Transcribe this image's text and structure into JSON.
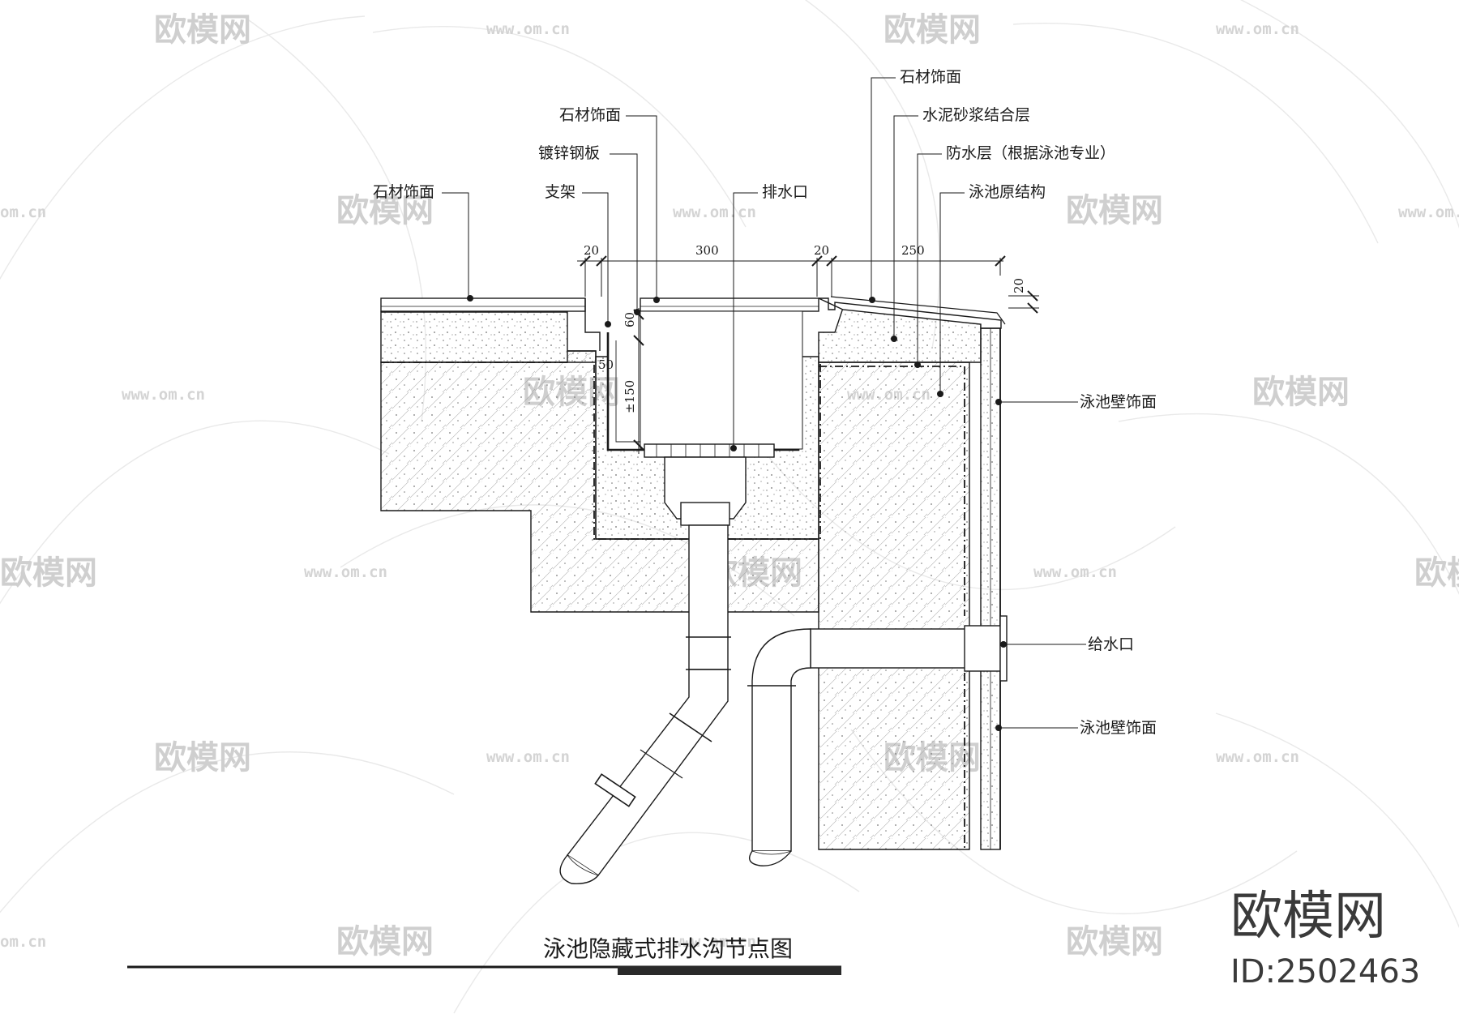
{
  "diagram": {
    "title": "泳池隐藏式排水沟节点图",
    "labels": {
      "stone_finish_left": "石材饰面",
      "stone_finish_top": "石材饰面",
      "galvanized_steel_plate": "镀锌钢板",
      "bracket": "支架",
      "drain_outlet": "排水口",
      "stone_finish_right": "石材饰面",
      "cement_mortar_layer": "水泥砂浆结合层",
      "waterproof_layer": "防水层（根据泳池专业）",
      "pool_original_structure": "泳池原结构",
      "pool_wall_finish_upper": "泳池壁饰面",
      "water_inlet": "给水口",
      "pool_wall_finish_lower": "泳池壁饰面"
    },
    "dimensions": {
      "d_20_left": "20",
      "d_300": "300",
      "d_20_right": "20",
      "d_250": "250",
      "d_20_side": "20",
      "d_60": "60",
      "d_50": "50",
      "d_150": "±150"
    }
  },
  "watermark": {
    "logo_text": "欧模网",
    "logo_text_cut": "欧模网",
    "url_text": "www.om.cn",
    "url_text_cut": "om.cn",
    "brand": "欧模网",
    "id": "ID:2502463"
  },
  "colors": {
    "line": "#1a1a1a",
    "watermark": "#cfcfcf",
    "brand": "#3a3a3a"
  }
}
